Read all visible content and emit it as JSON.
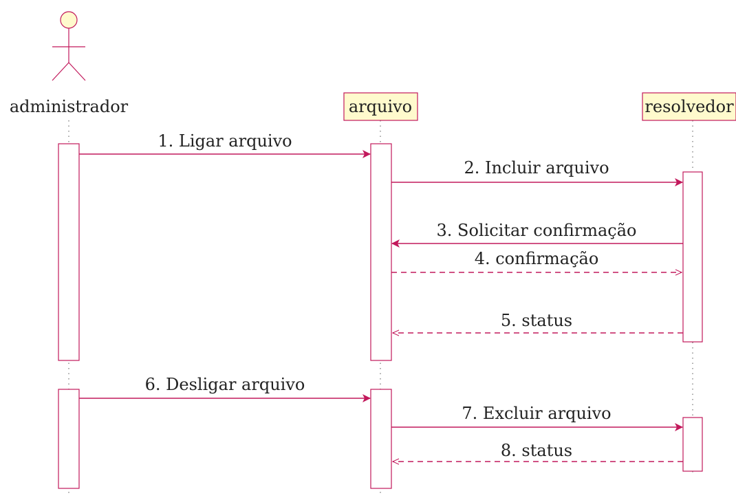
{
  "colors": {
    "line": "#c2185b",
    "participant_fill": "#fffacd",
    "actor_fill": "#fffacd",
    "text": "#222222"
  },
  "participants": {
    "actor": "administrador",
    "p1": "arquivo",
    "p2": "resolvedor"
  },
  "messages": [
    {
      "label": "1. Ligar arquivo",
      "kind": "sync"
    },
    {
      "label": "2. Incluir arquivo",
      "kind": "sync"
    },
    {
      "label": "3. Solicitar confirmação",
      "kind": "sync"
    },
    {
      "label": "4. confirmação",
      "kind": "return"
    },
    {
      "label": "5. status",
      "kind": "return"
    },
    {
      "label": "6. Desligar arquivo",
      "kind": "sync"
    },
    {
      "label": "7. Excluir arquivo",
      "kind": "sync"
    },
    {
      "label": "8. status",
      "kind": "return"
    }
  ]
}
